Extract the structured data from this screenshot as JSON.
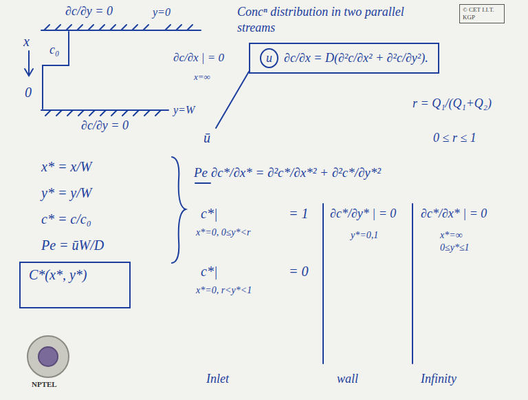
{
  "diagram": {
    "title": "Concⁿ distribution in two parallel streams",
    "nodes": [
      {
        "text": [
          "© CET I.I.T. KGP"
        ]
      },
      {
        "text": [
          "u",
          "∂c/∂x = D(∂²c/∂x² + ∂²c/∂y²)."
        ]
      },
      {
        "text": [
          "C*(x*, y*)"
        ]
      }
    ],
    "labels": [
      "∂c/∂y = 0",
      "y=0",
      "x",
      "c₀",
      "0",
      "∂c/∂x | = 0",
      "x=∞",
      "ū",
      "∂c/∂y = 0",
      "y=W",
      "r = Q₁/(Q₁+Q₂)",
      "0 ≤ r ≤ 1",
      "x* = x/W",
      "y* = y/W",
      "c* = c/c₀",
      "Pe = ūW/D",
      "Pe ∂c*/∂x* = ∂²c*/∂x*² + ∂²c*/∂y*²",
      "c*|",
      "= 1",
      "x*=0, 0≤y*<r",
      "c*|",
      "= 0",
      "x*=0, r<y*<1",
      "∂c*/∂y* | = 0",
      "y*=0,1",
      "∂c*/∂x* | = 0",
      "x*=∞",
      "0≤y*≤1",
      "Inlet",
      "wall",
      "Infinity",
      "NPTEL"
    ]
  }
}
